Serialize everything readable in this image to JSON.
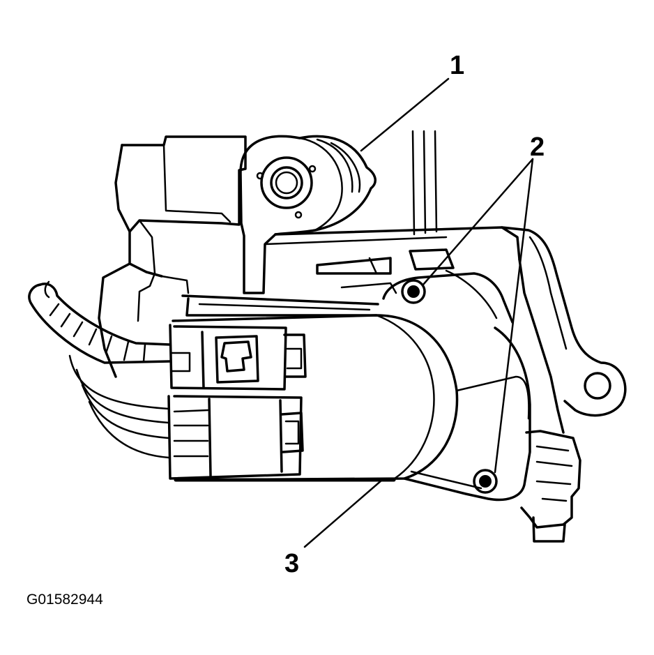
{
  "figure": {
    "figure_id": "G01582944",
    "callouts": [
      {
        "number": "1"
      },
      {
        "number": "2"
      },
      {
        "number": "3"
      }
    ]
  }
}
